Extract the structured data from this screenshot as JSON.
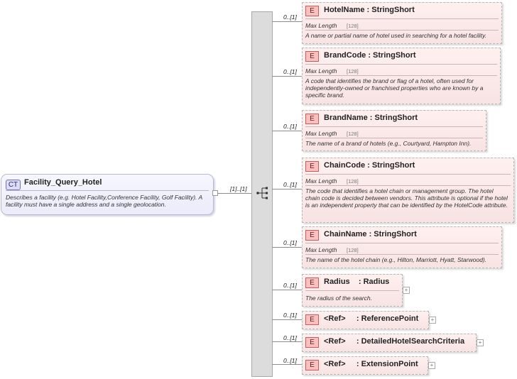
{
  "complex_type": {
    "badge": "CT",
    "name": "Facility_Query_Hotel",
    "description": "Describes a facility (e.g. Hotel Facility,Conference Facility, Golf Facility). A facility must have a single address and a single geolocation."
  },
  "sequence_cardinality": "[1]..[1]",
  "elements": [
    {
      "badge": "E",
      "title": "HotelName : StringShort",
      "cardinality": "0..[1]",
      "facet_label": "Max Length",
      "facet_value": "[128]",
      "description": "A name or partial name of hotel used in searching for a hotel facility."
    },
    {
      "badge": "E",
      "title": "BrandCode : StringShort",
      "cardinality": "0..[1]",
      "facet_label": "Max Length",
      "facet_value": "[128]",
      "description": "A code that identifies the brand or flag of a hotel, often used for independently-owned or franchised properties who are known by a specific brand."
    },
    {
      "badge": "E",
      "title": "BrandName : StringShort",
      "cardinality": "0..[1]",
      "facet_label": "Max Length",
      "facet_value": "[128]",
      "description": "The name of a brand of hotels (e.g., Courtyard, Hampton Inn)."
    },
    {
      "badge": "E",
      "title": "ChainCode : StringShort",
      "cardinality": "0..[1]",
      "facet_label": "Max Length",
      "facet_value": "[128]",
      "description": "The code that identifies a hotel chain or management group. The hotel chain code is decided between vendors. This attribute is optional if the hotel is an independent property that can be identified by the HotelCode attribute."
    },
    {
      "badge": "E",
      "title": "ChainName : StringShort",
      "cardinality": "0..[1]",
      "facet_label": "Max Length",
      "facet_value": "[128]",
      "description": "The name of the hotel chain (e.g., Hilton, Marriott, Hyatt, Starwood)."
    },
    {
      "badge": "E",
      "title": "Radius    : Radius",
      "cardinality": "0..[1]",
      "description": "The radius of the search."
    },
    {
      "badge": "E",
      "title": "<Ref>     : ReferencePoint",
      "cardinality": "0..[1]"
    },
    {
      "badge": "E",
      "title": "<Ref>     : DetailedHotelSearchCriteria",
      "cardinality": "0..[1]"
    },
    {
      "badge": "E",
      "title": "<Ref>     : ExtensionPoint",
      "cardinality": "0..[1]"
    }
  ]
}
